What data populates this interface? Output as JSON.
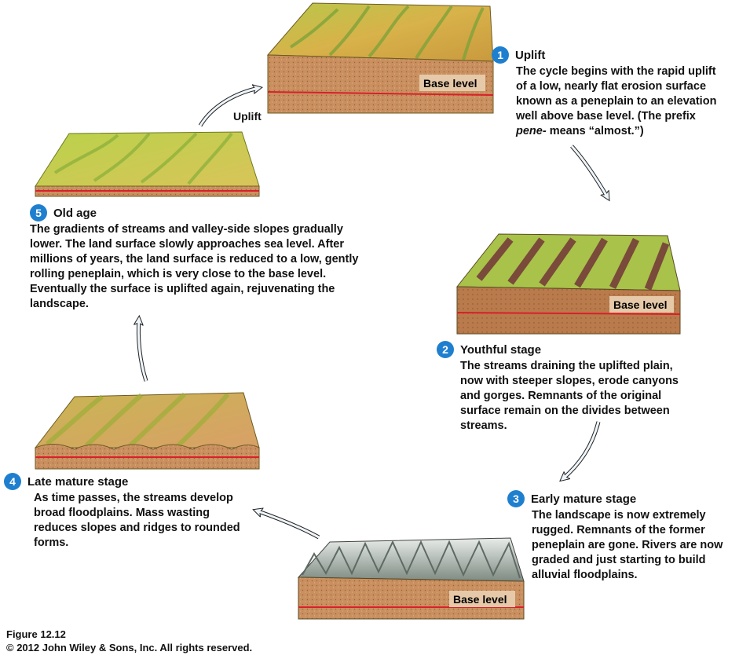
{
  "uplift_arrow_label": "Uplift",
  "base_level_label": "Base level",
  "stages": {
    "s1": {
      "number": "1",
      "title": "Uplift",
      "desc_html": "The cycle begins with the rapid uplift<br>of a low, nearly flat erosion surface<br>known as a peneplain to an elevation<br>well above base level. (The prefix<br><i>pene-</i> means “almost.”)"
    },
    "s2": {
      "number": "2",
      "title": "Youthful stage",
      "desc": "The streams draining the uplifted plain, now with steeper slopes, erode canyons and gorges. Remnants of the original surface remain on the divides between streams."
    },
    "s3": {
      "number": "3",
      "title": "Early mature stage",
      "desc": "The landscape is now extremely rugged. Remnants of the former peneplain are gone. Rivers are now graded and just starting to build alluvial floodplains."
    },
    "s4": {
      "number": "4",
      "title": "Late mature stage",
      "desc": "As time passes, the streams develop broad floodplains. Mass wasting reduces slopes and ridges to rounded forms."
    },
    "s5": {
      "number": "5",
      "title": "Old age",
      "desc": "The gradients of streams and valley-side slopes gradually lower. The land surface slowly approaches sea level. After millions of years, the land surface is reduced to a low, gently rolling peneplain, which is very close to the base level. Eventually the surface is uplifted again, rejuvenating the landscape."
    }
  },
  "caption": {
    "figure": "Figure 12.12",
    "copyright": "© 2012 John Wiley & Sons, Inc. All rights reserved."
  }
}
